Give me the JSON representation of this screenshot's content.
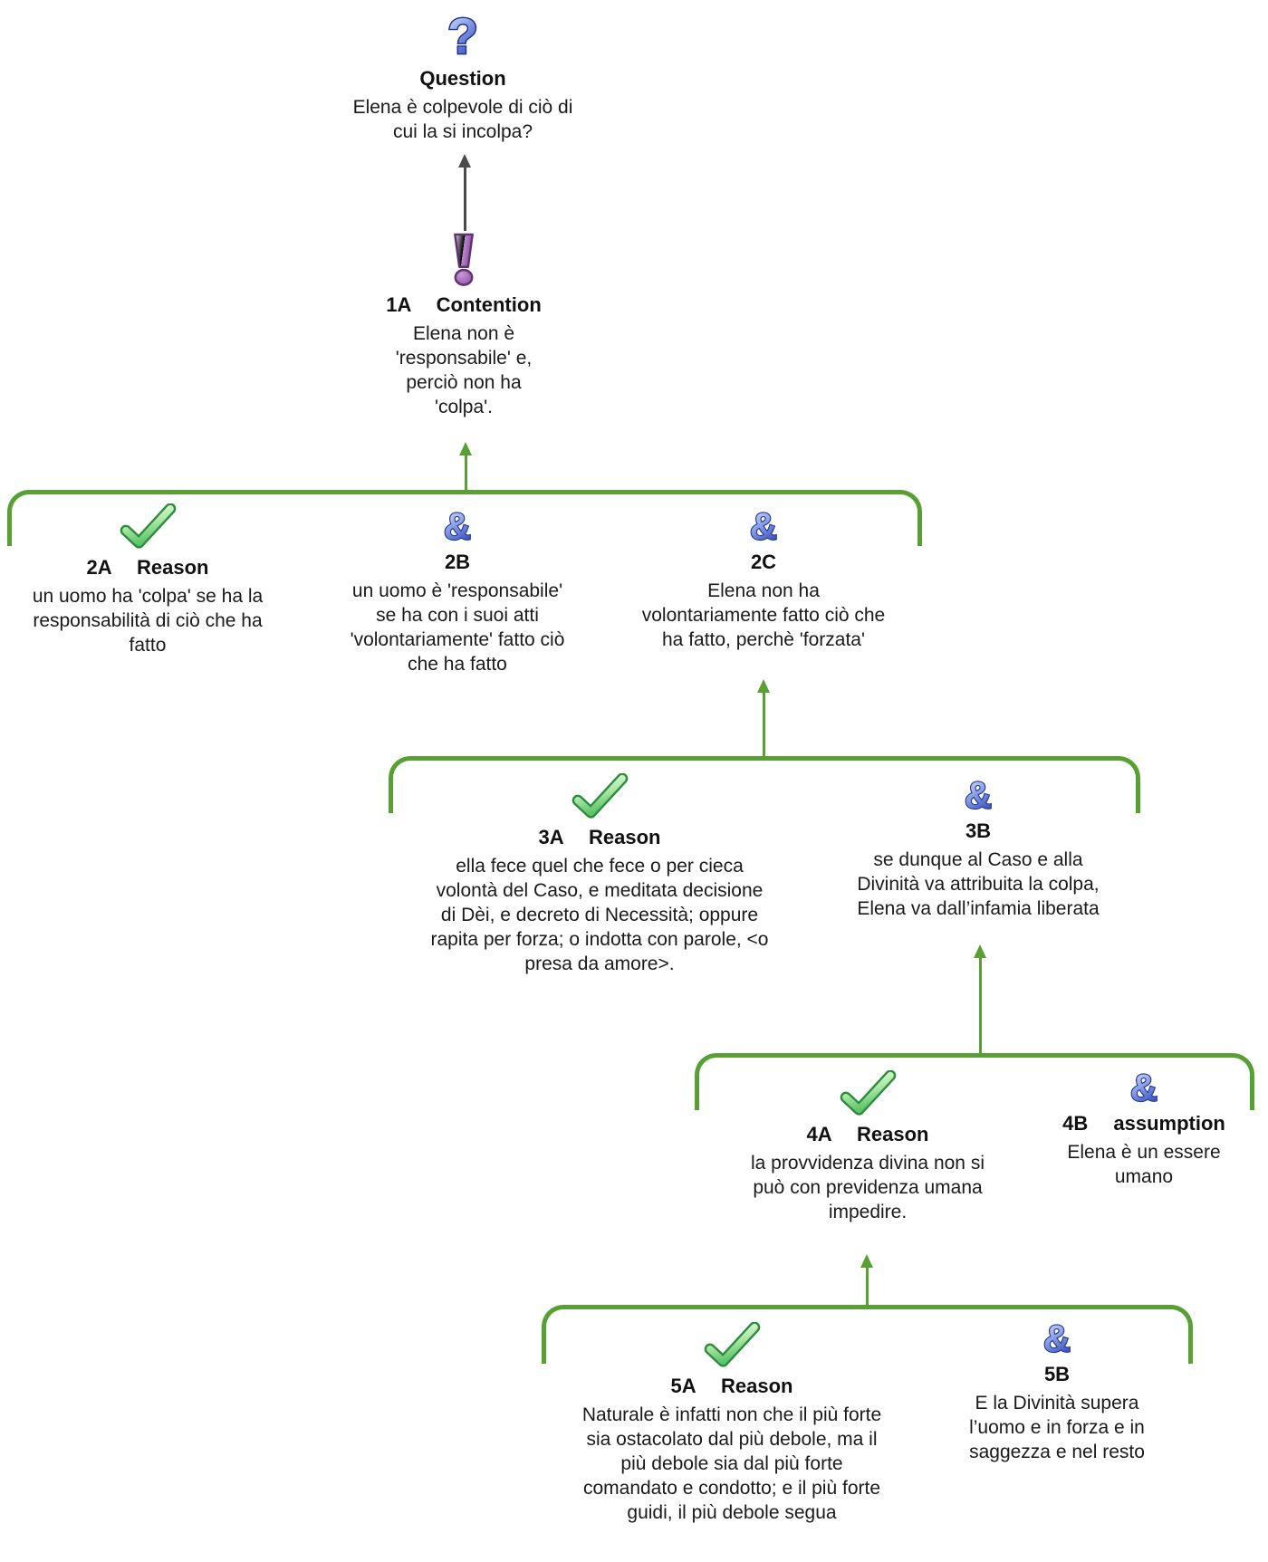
{
  "nodes": {
    "question": {
      "label": "Question",
      "text": "Elena è colpevole di ciò di\ncui la si incolpa?"
    },
    "contention": {
      "id": "1A",
      "label": "Contention",
      "text": "Elena non è\n'responsabile' e,\nperciò non ha\n'colpa'."
    },
    "r2a": {
      "id": "2A",
      "label": "Reason",
      "text": "un uomo ha 'colpa' se ha la\nresponsabilità di ciò che ha\nfatto"
    },
    "r2b": {
      "id": "2B",
      "text": "un uomo è 'responsabile'\nse ha con i suoi atti\n'volontariamente' fatto ciò\nche ha fatto"
    },
    "r2c": {
      "id": "2C",
      "text": "Elena non ha\nvolontariamente fatto ciò che\nha fatto, perchè 'forzata'"
    },
    "r3a": {
      "id": "3A",
      "label": "Reason",
      "text": "ella fece quel che fece o per cieca\nvolontà del Caso, e meditata decisione\ndi Dèi, e decreto di Necessità; oppure\nrapita per forza; o indotta con parole, <o\npresa da amore>."
    },
    "r3b": {
      "id": "3B",
      "text": "se dunque al Caso e alla\nDivinità va attribuita la colpa,\nElena va dall’infamia liberata"
    },
    "r4a": {
      "id": "4A",
      "label": "Reason",
      "text": "la provvidenza divina non si\npuò con previdenza umana\nimpedire."
    },
    "r4b": {
      "id": "4B",
      "label": "assumption",
      "text": "Elena è un essere\numano"
    },
    "r5a": {
      "id": "5A",
      "label": "Reason",
      "text": "Naturale è infatti non che il più forte\nsia ostacolato dal più debole, ma il\npiù debole sia dal più forte\ncomandato e condotto; e il più forte\nguidi, il più debole segua"
    },
    "r5b": {
      "id": "5B",
      "text": "E la Divinità supera\nl’uomo e in forza e in\nsaggezza e nel resto"
    }
  },
  "icons": {
    "question": "question-mark-icon",
    "contention": "exclamation-icon",
    "reason": "check-icon",
    "co_premise": "ampersand-icon"
  },
  "colors": {
    "connector_green": "#58a033",
    "arrow_gray": "#4a4a4a",
    "check_green": "#2e8b3c",
    "ampersand_blue": "#3c55c0",
    "question_blue": "#2b46bb",
    "contention_purple": "#8a4fa0",
    "text": "#1a1a1a",
    "background": "#ffffff"
  },
  "structure": {
    "edges": [
      {
        "from": "1A",
        "to": "Question",
        "connector": "gray-arrow"
      },
      {
        "group": [
          "2A",
          "2B",
          "2C"
        ],
        "supports": "1A",
        "connector": "green-bracket"
      },
      {
        "group": [
          "3A",
          "3B"
        ],
        "supports": "2C",
        "connector": "green-bracket"
      },
      {
        "group": [
          "4A",
          "4B"
        ],
        "supports": "3B",
        "connector": "green-bracket"
      },
      {
        "group": [
          "5A",
          "5B"
        ],
        "supports": "4A",
        "connector": "green-bracket"
      }
    ]
  }
}
